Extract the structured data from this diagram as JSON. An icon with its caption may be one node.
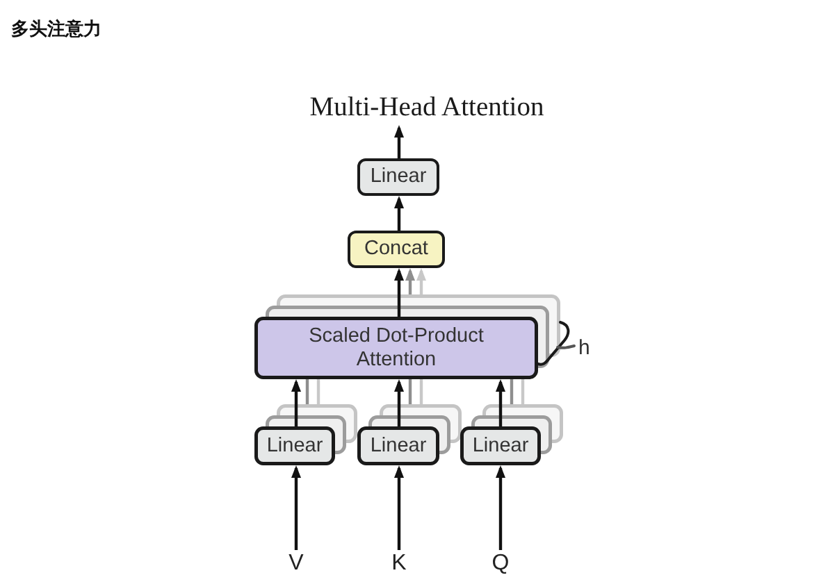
{
  "diagram": {
    "title": "多头注意力",
    "nodes": [
      {
        "text": [
          "Multi-Head Attention"
        ]
      },
      {
        "text": [
          "Linear"
        ]
      },
      {
        "text": [
          "Concat"
        ]
      },
      {
        "text": [
          "Scaled Dot-Product Attention"
        ],
        "beside": [
          "h"
        ]
      },
      {
        "text": [
          "Linear"
        ]
      },
      {
        "text": [
          "Linear"
        ]
      },
      {
        "text": [
          "Linear"
        ]
      },
      {
        "text": [
          "V"
        ]
      },
      {
        "text": [
          "K"
        ]
      },
      {
        "text": [
          "Q"
        ]
      }
    ],
    "edges": [
      {
        "from": 1,
        "to": 0,
        "arrow": "to"
      },
      {
        "from": 2,
        "to": 1,
        "arrow": "to"
      },
      {
        "from": 3,
        "to": 2,
        "arrow": "to"
      },
      {
        "from": 4,
        "to": 3,
        "arrow": "to"
      },
      {
        "from": 5,
        "to": 3,
        "arrow": "to"
      },
      {
        "from": 6,
        "to": 3,
        "arrow": "to"
      },
      {
        "from": 7,
        "to": 4,
        "arrow": "to"
      },
      {
        "from": 8,
        "to": 5,
        "arrow": "to"
      },
      {
        "from": 9,
        "to": 6,
        "arrow": "to"
      },
      {
        "from": 3,
        "to": 2,
        "arrow": "to",
        "color": "#8e8e8e"
      },
      {
        "from": 3,
        "to": 2,
        "arrow": "to",
        "color": "#c8c8c8"
      },
      {
        "from": 4,
        "to": 3,
        "arrow": "none",
        "color": "#8e8e8e"
      },
      {
        "from": 4,
        "to": 3,
        "arrow": "none",
        "color": "#c8c8c8"
      },
      {
        "from": 5,
        "to": 3,
        "arrow": "none",
        "color": "#8e8e8e"
      },
      {
        "from": 5,
        "to": 3,
        "arrow": "none",
        "color": "#c8c8c8"
      },
      {
        "from": 6,
        "to": 3,
        "arrow": "none",
        "color": "#8e8e8e"
      },
      {
        "from": 6,
        "to": 3,
        "arrow": "none",
        "color": "#c8c8c8"
      }
    ]
  }
}
